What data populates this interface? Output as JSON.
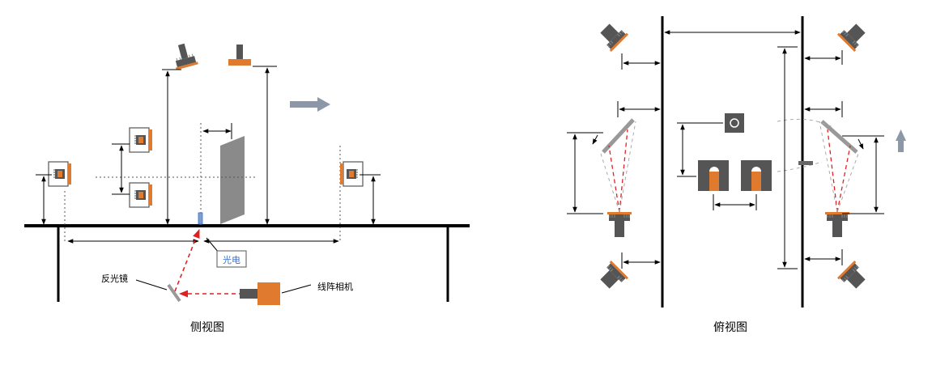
{
  "side_view": {
    "caption": "侧视图",
    "label_photoelectric": "光电",
    "label_reflector": "反光镜",
    "label_line_camera": "线阵相机"
  },
  "top_view": {
    "caption": "俯视图"
  },
  "colors": {
    "orange": "#e07a2e",
    "dark_gray": "#555555",
    "gray_panel": "#8a8a8a",
    "laser_red": "#e02020",
    "label_blue": "#3b6fd0",
    "arrow_gray": "#8c98a8"
  }
}
